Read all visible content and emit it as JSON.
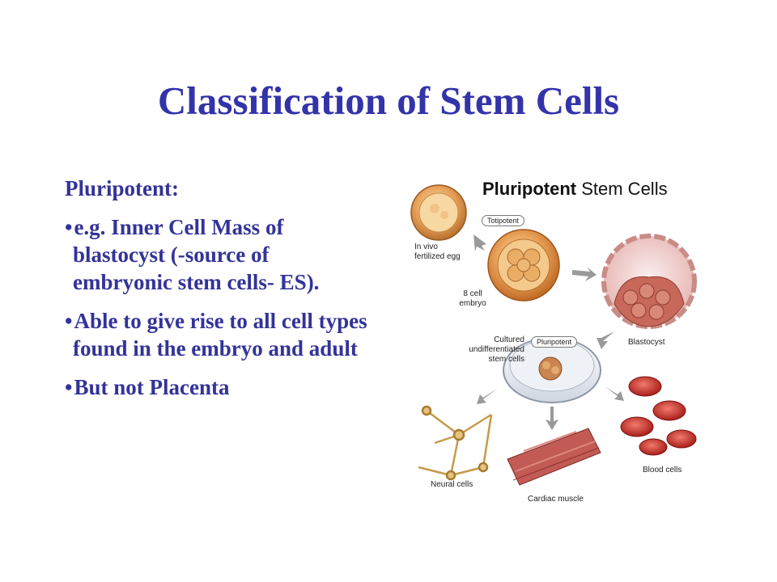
{
  "slide": {
    "title": "Classification of Stem Cells",
    "subheading": "Pluripotent:",
    "bullets": [
      "e.g. Inner Cell Mass of blastocyst (-source of embryonic stem cells- ES).",
      "Able to give rise to all cell types found in the embryo and adult",
      "But not Placenta"
    ],
    "bullet_glyph": "•"
  },
  "figure": {
    "title_bold": "Pluripotent",
    "title_rest": " Stem Cells",
    "labels": {
      "totipotent": "Totipotent",
      "in_vivo_line1": "In vivo",
      "in_vivo_line2": "fertilized egg",
      "eight_cell_line1": "8 cell",
      "eight_cell_line2": "embryo",
      "blastocyst": "Blastocyst",
      "cultured_line1": "Cultured",
      "cultured_line2": "undifferentiated",
      "cultured_line3": "stem cells",
      "pluripotent_tag": "Pluripotent",
      "neural": "Neural cells",
      "cardiac": "Cardiac muscle",
      "blood": "Blood cells"
    },
    "colors": {
      "title_blue": "#3333aa",
      "text_blue": "#333399",
      "arrow_gray": "#9a9a9a",
      "egg_orange": "#e8a25a",
      "neural_gold": "#d6b26a",
      "muscle_red": "#b84a4a",
      "blood_red": "#c8302a",
      "blast_pink": "#efc9c6"
    }
  }
}
